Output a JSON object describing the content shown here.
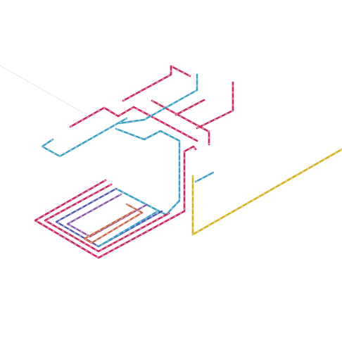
{
  "diagram": {
    "kind": "isometric underfloor heating piping schematic",
    "colors": {
      "supply": "#d1245a",
      "return": "#2f9fc4",
      "loop_cold": "#4a56b0",
      "loop_mid": "#8a4fa8",
      "loop_warm": "#d2603e",
      "gas": "#d8b010",
      "dash": "#e8e8f0",
      "reference_line": "#e4e4e4"
    },
    "lines": [
      {
        "name": "reference-line",
        "kind": "reference_line"
      },
      {
        "name": "supply-main-pipe",
        "kind": "supply"
      },
      {
        "name": "supply-branch-pipe-a",
        "kind": "supply"
      },
      {
        "name": "supply-branch-pipe-b",
        "kind": "supply"
      },
      {
        "name": "supply-riser-pipe",
        "kind": "supply"
      },
      {
        "name": "supply-upper-left-pipe",
        "kind": "supply"
      },
      {
        "name": "supply-manifold-pipe",
        "kind": "supply"
      },
      {
        "name": "return-main-pipe",
        "kind": "return"
      },
      {
        "name": "return-left-pipe",
        "kind": "return"
      },
      {
        "name": "return-branch-pipe",
        "kind": "return"
      },
      {
        "name": "return-short-pipe",
        "kind": "return"
      },
      {
        "name": "floor-loop-outer",
        "kind": "supply"
      },
      {
        "name": "floor-loop-inner-a",
        "kind": "loop_cold"
      },
      {
        "name": "floor-loop-inner-b",
        "kind": "loop_mid"
      },
      {
        "name": "floor-loop-inner-c",
        "kind": "loop_warm"
      },
      {
        "name": "floor-loop-return-feed",
        "kind": "return"
      },
      {
        "name": "gas-line",
        "kind": "gas"
      }
    ]
  }
}
